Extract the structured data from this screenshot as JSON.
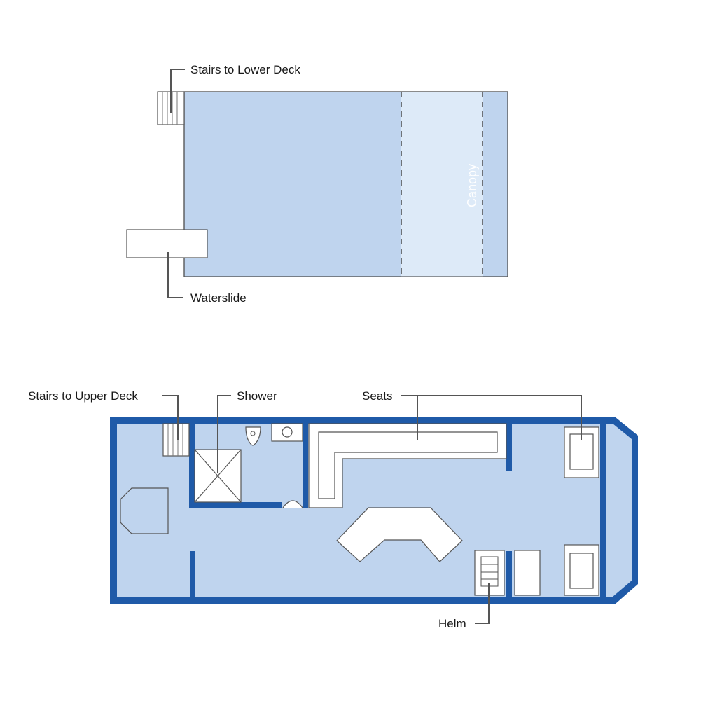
{
  "colors": {
    "deck_fill": "#bfd4ee",
    "canopy_fill": "#ddeaf8",
    "hull_wall": "#1f5aa8",
    "outline": "#555555",
    "canopy_text": "#ffffff"
  },
  "upper_deck": {
    "labels": {
      "stairs": "Stairs to Lower Deck",
      "waterslide": "Waterslide",
      "canopy": "Canopy"
    }
  },
  "lower_deck": {
    "labels": {
      "stairs": "Stairs to Upper Deck",
      "shower": "Shower",
      "seats": "Seats",
      "helm": "Helm"
    }
  }
}
